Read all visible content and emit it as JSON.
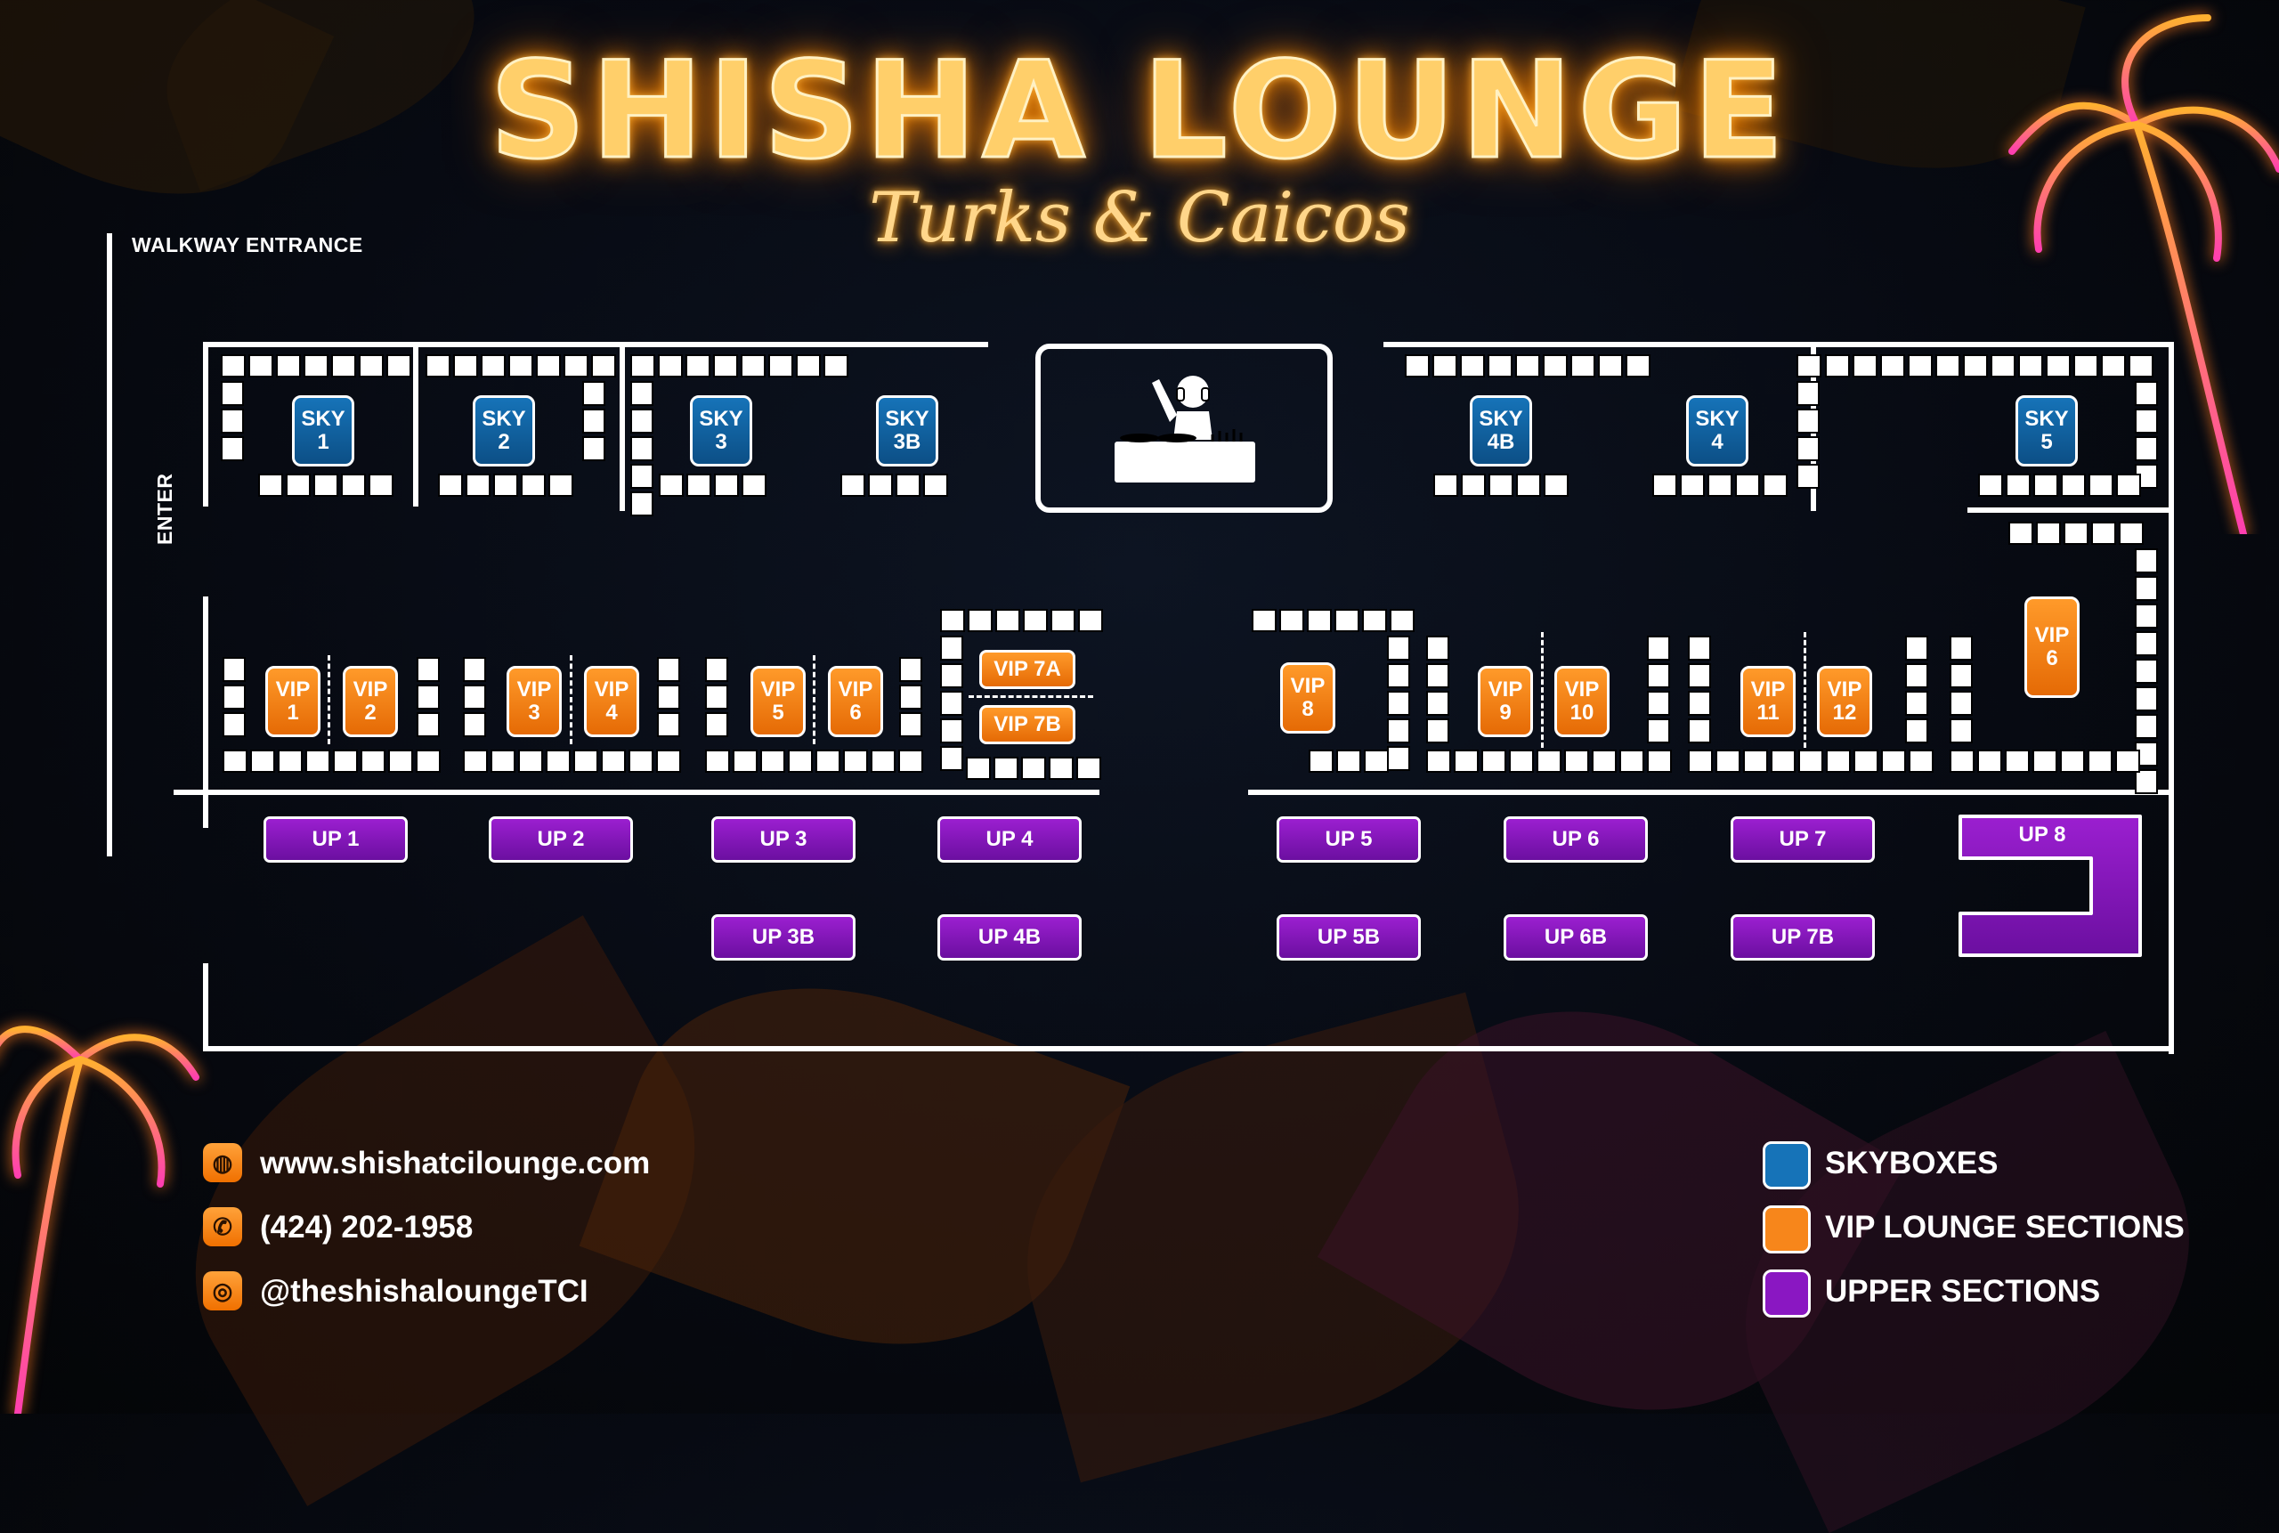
{
  "header": {
    "title": "SHISHA LOUNGE",
    "subtitle": "Turks & Caicos"
  },
  "map": {
    "walkway_label": "WALKWAY ENTRANCE",
    "enter_label": "ENTER",
    "skyboxes": [
      {
        "l1": "SKY",
        "l2": "1"
      },
      {
        "l1": "SKY",
        "l2": "2"
      },
      {
        "l1": "SKY",
        "l2": "3"
      },
      {
        "l1": "SKY",
        "l2": "3B"
      },
      {
        "l1": "SKY",
        "l2": "4B"
      },
      {
        "l1": "SKY",
        "l2": "4"
      },
      {
        "l1": "SKY",
        "l2": "5"
      }
    ],
    "vips": [
      {
        "l1": "VIP",
        "l2": "1"
      },
      {
        "l1": "VIP",
        "l2": "2"
      },
      {
        "l1": "VIP",
        "l2": "3"
      },
      {
        "l1": "VIP",
        "l2": "4"
      },
      {
        "l1": "VIP",
        "l2": "5"
      },
      {
        "l1": "VIP",
        "l2": "6"
      },
      {
        "l1": "VIP",
        "l2": "8"
      },
      {
        "l1": "VIP",
        "l2": "9"
      },
      {
        "l1": "VIP",
        "l2": "10"
      },
      {
        "l1": "VIP",
        "l2": "11"
      },
      {
        "l1": "VIP",
        "l2": "12"
      },
      {
        "l1": "VIP",
        "l2": "6"
      }
    ],
    "vip7": [
      "VIP 7A",
      "VIP 7B"
    ],
    "upper": [
      "UP 1",
      "UP 2",
      "UP 3",
      "UP 4",
      "UP 5",
      "UP 6",
      "UP 7",
      "UP 8",
      "UP 3B",
      "UP 4B",
      "UP 5B",
      "UP 6B",
      "UP 7B"
    ],
    "dj_icon": "dj-booth-icon"
  },
  "contact": {
    "website": "www.shishatcilounge.com",
    "phone": "(424) 202-1958",
    "instagram": "@theshishaloungeTCI"
  },
  "legend": {
    "skyboxes": "SKYBOXES",
    "vip": "VIP LOUNGE SECTIONS",
    "upper": "UPPER SECTIONS",
    "colors": {
      "skyboxes": "#1673b8",
      "vip": "#f7861b",
      "upper": "#8a17c2"
    }
  }
}
